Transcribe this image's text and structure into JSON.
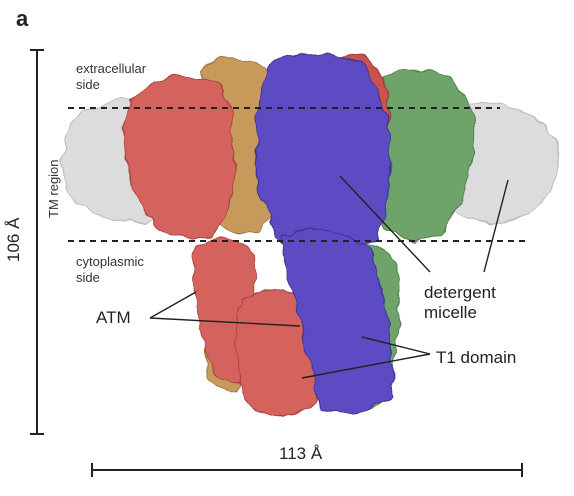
{
  "figure": {
    "panel_letter": "a",
    "labels": {
      "extracellular_side": [
        "extracellular",
        "side"
      ],
      "cytoplasmic_side": [
        "cytoplasmic",
        "side"
      ],
      "tm_region": "TM region",
      "height_scale": "106 Å",
      "width_scale": "113 Å",
      "atm": "ATM",
      "detergent_micelle": [
        "detergent",
        "micelle"
      ],
      "t1_domain": "T1 domain"
    },
    "colors": {
      "subunit_red": "#d4625d",
      "subunit_blue": "#5b4cc2",
      "subunit_tan": "#c79a5c",
      "subunit_green": "#6ea36a",
      "micelle_gray": "#d9d9d9",
      "line": "#222222"
    }
  }
}
